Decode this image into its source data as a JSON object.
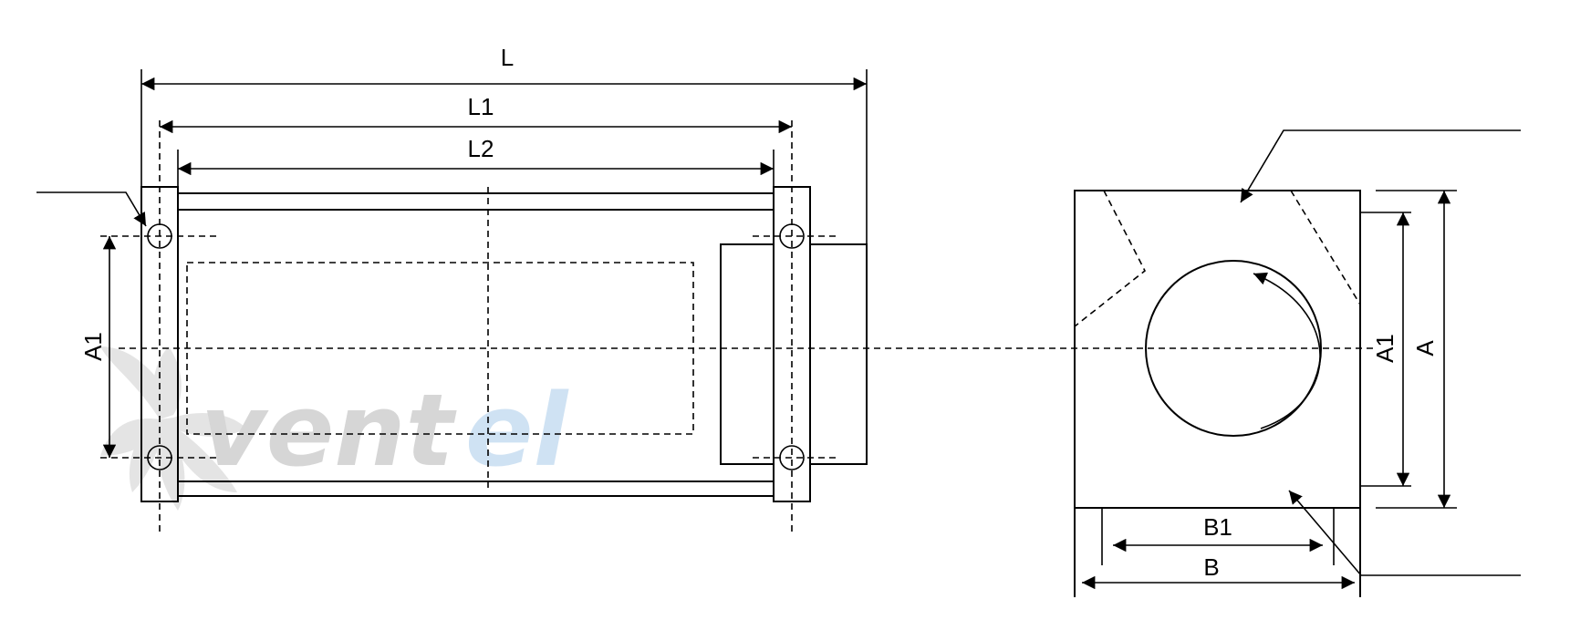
{
  "labels": {
    "L": "L",
    "L1": "L1",
    "L2": "L2",
    "A1_side": "A1",
    "A1_front": "A1",
    "A": "A",
    "B1": "B1",
    "B": "B"
  },
  "watermark": {
    "text_part1": "vent",
    "text_part2": "el",
    "color_part1": "#d6d6d6",
    "color_part2": "#cfe2f3",
    "fan_color": "#e0e0e0"
  },
  "colors": {
    "line": "#000000",
    "background": "#ffffff"
  }
}
